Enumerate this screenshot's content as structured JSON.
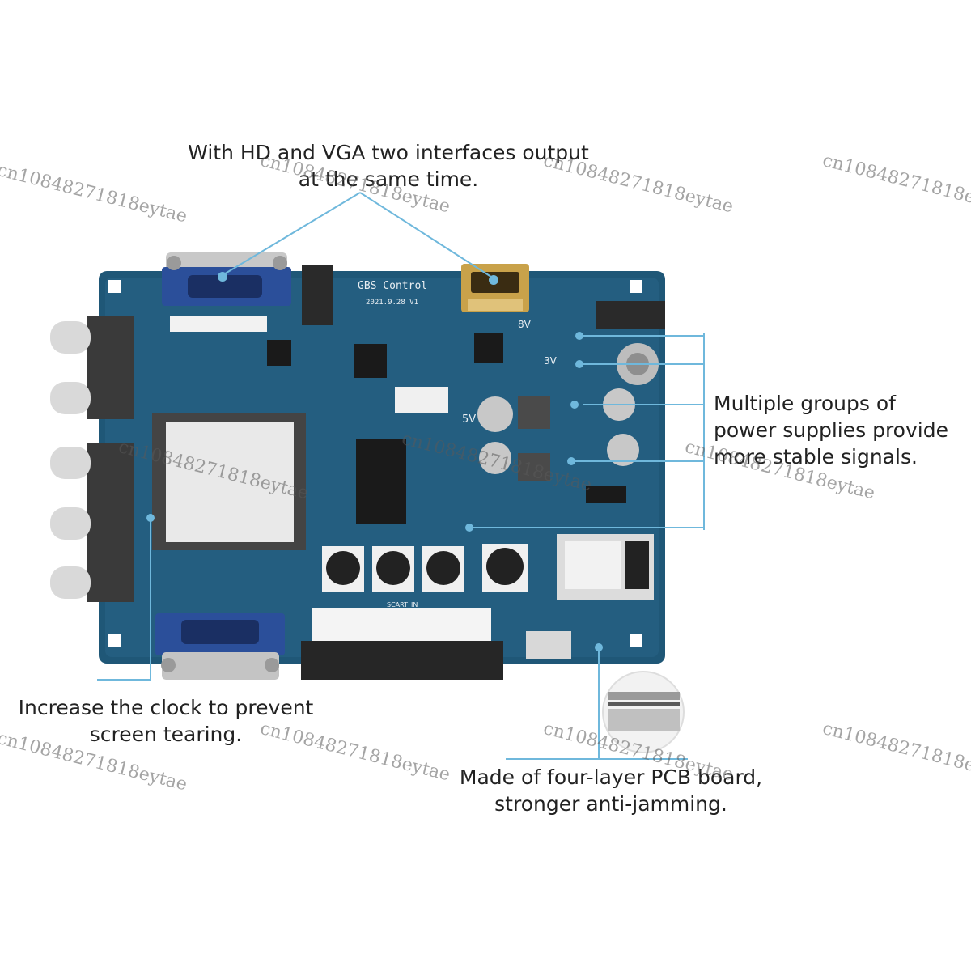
{
  "callouts": {
    "hd_vga": {
      "line1": "With HD and VGA two interfaces output",
      "line2": "at the same time."
    },
    "power": {
      "line1": "Multiple groups of",
      "line2": "power supplies provide",
      "line3": "more stable signals."
    },
    "clock": {
      "line1": "Increase the clock to prevent",
      "line2": "screen tearing."
    },
    "pcb": {
      "line1": "Made of four-layer PCB board,",
      "line2": "stronger anti-jamming."
    }
  },
  "board": {
    "title": "GBS Control",
    "version": "2021.9.28 V1",
    "label_5v": "5V",
    "label_8v": "8V",
    "label_3v": "3V",
    "label_scart": "SCART_IN"
  },
  "watermark": "cn10848271818eytae",
  "colors": {
    "pcb": "#1f5777",
    "callout_line": "#6fb8dc",
    "text": "#222222"
  }
}
